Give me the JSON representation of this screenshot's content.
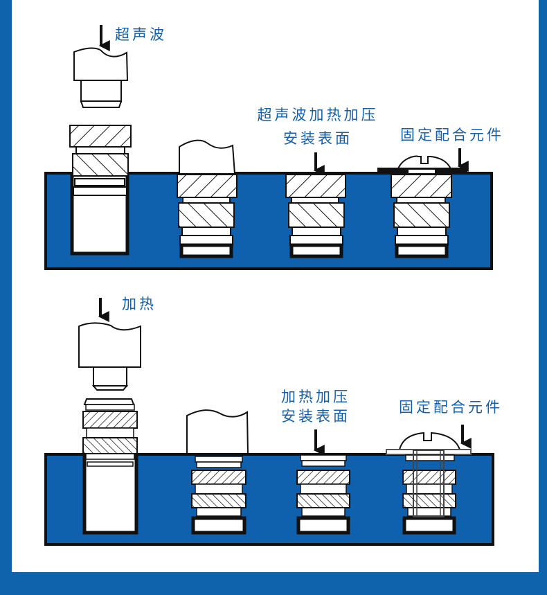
{
  "colors": {
    "frame": "#0f62ac",
    "plate": "#1061ad",
    "label": "#1460ab",
    "line": "#111111"
  },
  "diagrams": [
    {
      "name": "ultrasonic-insertion",
      "steps": [
        {
          "label": "超声波",
          "icon": "down-arrow-icon"
        },
        {
          "label": ""
        },
        {
          "label_lines": [
            "超声波加热加压",
            "安装表面"
          ],
          "icon": "down-arrow-icon"
        },
        {
          "label": "固定配合元件",
          "icon": "down-arrow-icon"
        }
      ]
    },
    {
      "name": "heat-insertion",
      "steps": [
        {
          "label": "加热",
          "icon": "down-arrow-icon"
        },
        {
          "label": ""
        },
        {
          "label_lines": [
            "加热加压",
            "安装表面"
          ],
          "icon": "down-arrow-icon"
        },
        {
          "label": "固定配合元件",
          "icon": "down-arrow-icon"
        }
      ]
    }
  ]
}
